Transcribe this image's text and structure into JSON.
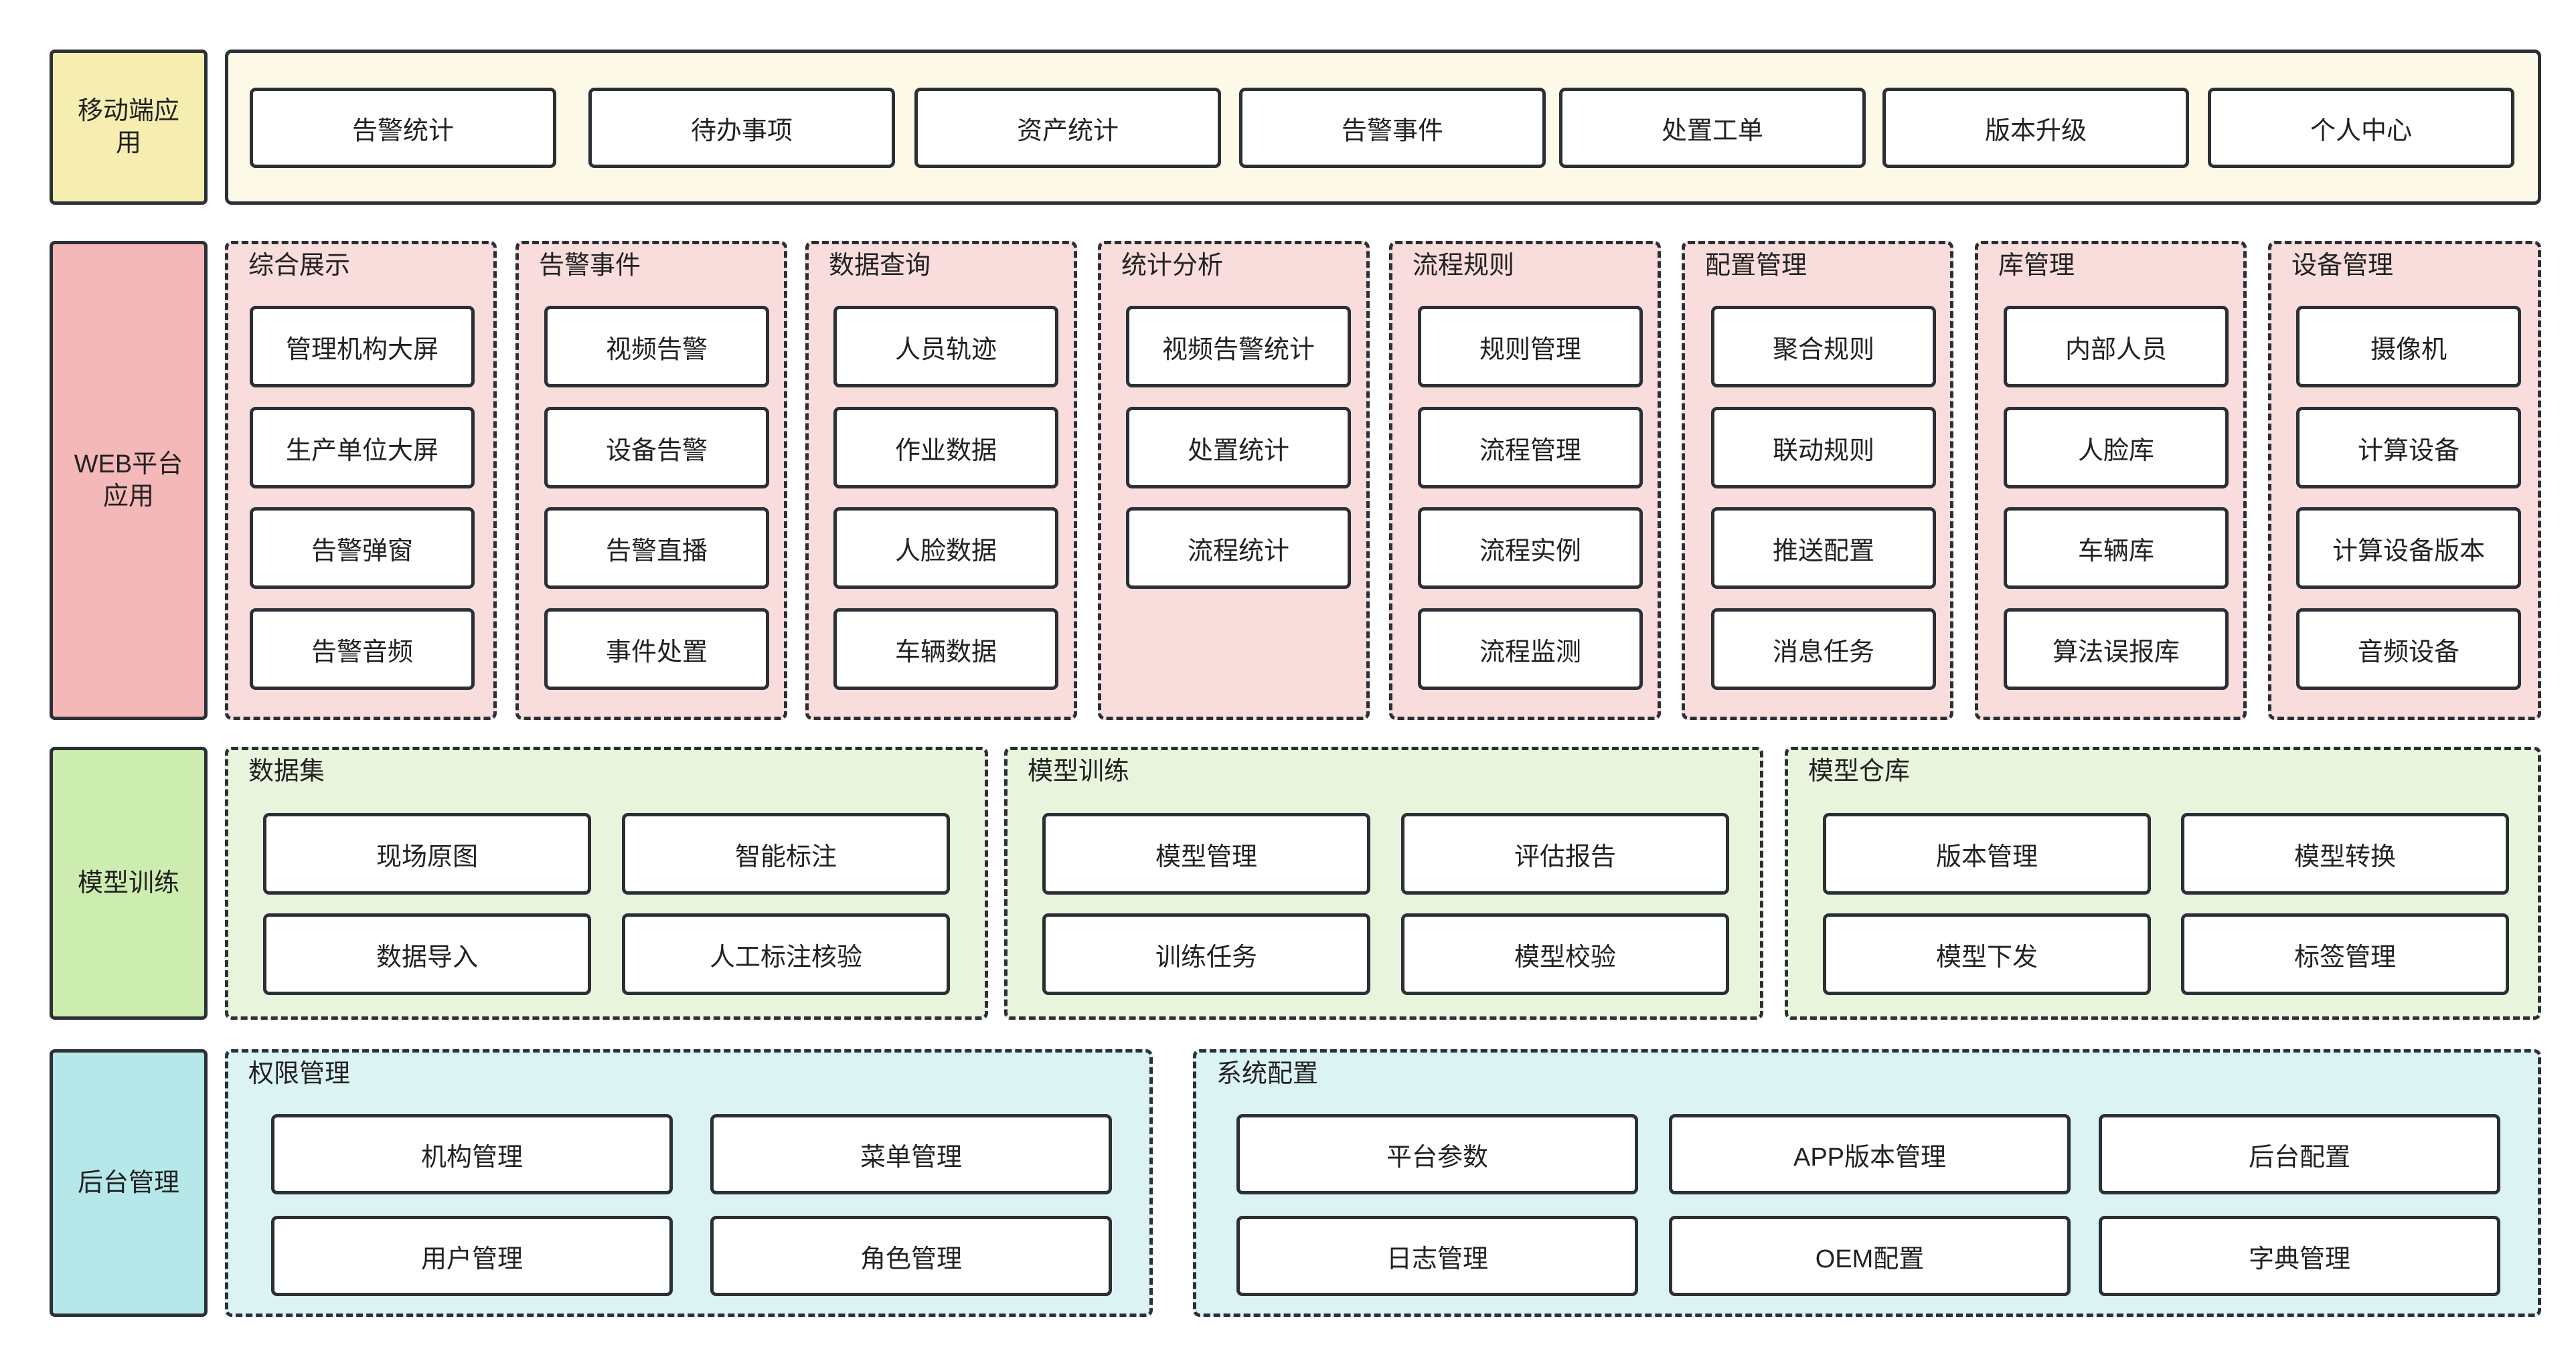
{
  "colors": {
    "mobile_label": "#f6eeb1",
    "mobile_panel": "#fcf9e6",
    "web_label": "#f4b8b8",
    "web_panel": "#f9dcdc",
    "train_label": "#ccecb0",
    "train_panel": "#e8f5dc",
    "backend_label": "#b6e8ea",
    "backend_panel": "#dcf3f4",
    "border": "#2b2f36"
  },
  "rows": [
    {
      "label": "移动端应用",
      "groups": [
        {
          "title": "",
          "items": [
            "告警统计",
            "待办事项",
            "资产统计",
            "告警事件",
            "处置工单",
            "版本升级",
            "个人中心"
          ]
        }
      ]
    },
    {
      "label": "WEB平台应用",
      "groups": [
        {
          "title": "综合展示",
          "items": [
            "管理机构大屏",
            "生产单位大屏",
            "告警弹窗",
            "告警音频"
          ]
        },
        {
          "title": "告警事件",
          "items": [
            "视频告警",
            "设备告警",
            "告警直播",
            "事件处置"
          ]
        },
        {
          "title": "数据查询",
          "items": [
            "人员轨迹",
            "作业数据",
            "人脸数据",
            "车辆数据"
          ]
        },
        {
          "title": "统计分析",
          "items": [
            "视频告警统计",
            "处置统计",
            "流程统计"
          ]
        },
        {
          "title": "流程规则",
          "items": [
            "规则管理",
            "流程管理",
            "流程实例",
            "流程监测"
          ]
        },
        {
          "title": "配置管理",
          "items": [
            "聚合规则",
            "联动规则",
            "推送配置",
            "消息任务"
          ]
        },
        {
          "title": "库管理",
          "items": [
            "内部人员",
            "人脸库",
            "车辆库",
            "算法误报库"
          ]
        },
        {
          "title": "设备管理",
          "items": [
            "摄像机",
            "计算设备",
            "计算设备版本",
            "音频设备"
          ]
        }
      ]
    },
    {
      "label": "模型训练",
      "groups": [
        {
          "title": "数据集",
          "items": [
            "现场原图",
            "智能标注",
            "数据导入",
            "人工标注核验"
          ]
        },
        {
          "title": "模型训练",
          "items": [
            "模型管理",
            "评估报告",
            "训练任务",
            "模型校验"
          ]
        },
        {
          "title": "模型仓库",
          "items": [
            "版本管理",
            "模型转换",
            "模型下发",
            "标签管理"
          ]
        }
      ]
    },
    {
      "label": "后台管理",
      "groups": [
        {
          "title": "权限管理",
          "items": [
            "机构管理",
            "菜单管理",
            "用户管理",
            "角色管理"
          ]
        },
        {
          "title": "系统配置",
          "items": [
            "平台参数",
            "APP版本管理",
            "后台配置",
            "日志管理",
            "OEM配置",
            "字典管理"
          ]
        }
      ]
    }
  ]
}
